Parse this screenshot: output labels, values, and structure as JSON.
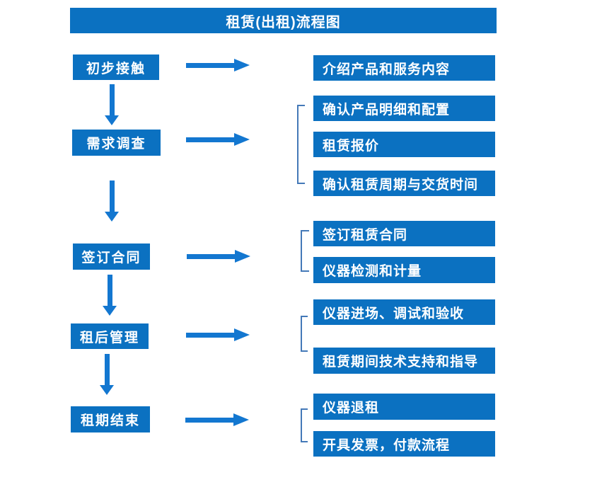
{
  "title": "租赁(出租)流程图",
  "colors": {
    "box_blue": "#0b71c1",
    "arrow_blue": "#1377d0",
    "bracket_blue": "#4479b8"
  },
  "steps": [
    {
      "label": "初步接触",
      "details": [
        "介绍产品和服务内容"
      ]
    },
    {
      "label": "需求调查",
      "details": [
        "确认产品明细和配置",
        "租赁报价",
        "确认租赁周期与交货时间"
      ]
    },
    {
      "label": "签订合同",
      "details": [
        "签订租赁合同",
        "仪器检测和计量"
      ]
    },
    {
      "label": "租后管理",
      "details": [
        "仪器进场、调试和验收",
        "租赁期间技术支持和指导"
      ]
    },
    {
      "label": "租期结束",
      "details": [
        "仪器退租",
        "开具发票，付款流程"
      ]
    }
  ]
}
